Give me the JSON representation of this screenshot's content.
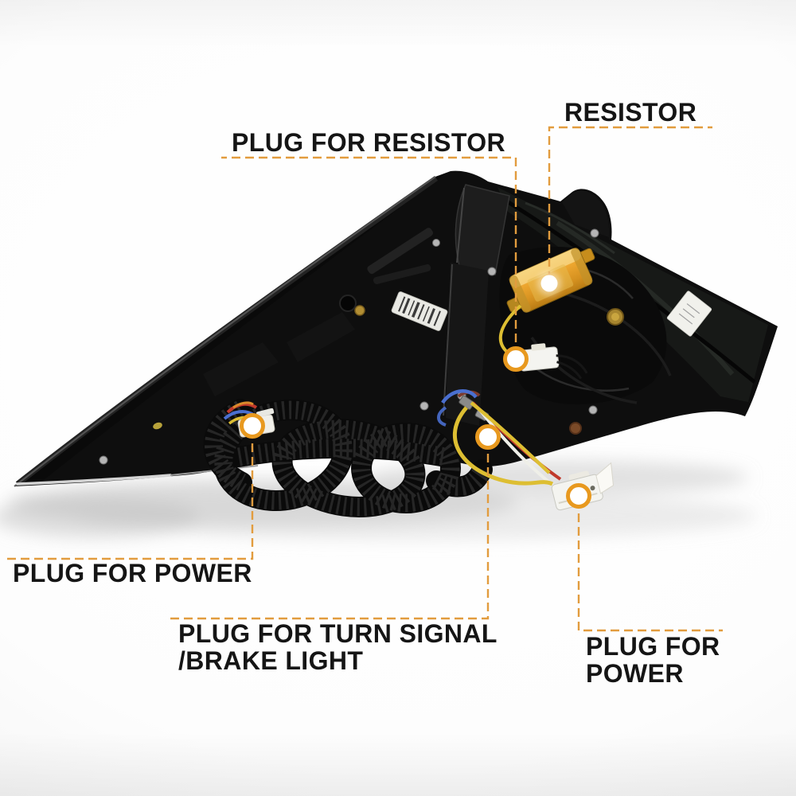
{
  "annotations": {
    "resistor": {
      "label": "RESISTOR"
    },
    "plug_for_resistor": {
      "label": "PLUG FOR RESISTOR"
    },
    "plug_for_power_left": {
      "label": "PLUG FOR POWER"
    },
    "plug_for_turn_signal": {
      "line1": "PLUG FOR TURN SIGNAL",
      "line2": "/BRAKE LIGHT"
    },
    "plug_for_power_right": {
      "line1": "PLUG FOR",
      "line2": "POWER"
    }
  },
  "icons": [
    {
      "name": "callout-ring-marker",
      "shape": "orange ring with white center"
    },
    {
      "name": "callout-dot-marker",
      "shape": "white glowing dot"
    }
  ],
  "colors": {
    "callout_line": "#E29C3E",
    "marker_ring": "#E8991F",
    "label_text": "#151515",
    "background": "#FFFFFF",
    "housing_black": "#0E0E0E",
    "resistor_gold": "#EDA62F",
    "wire_yellow": "#DDBE32",
    "wire_red": "#C0392B",
    "wire_blue": "#4A6FD0",
    "plug_white": "#F4F4F0"
  }
}
